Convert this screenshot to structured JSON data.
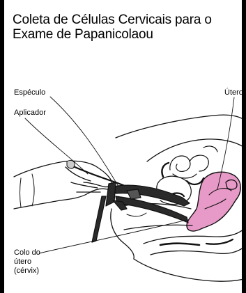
{
  "title": {
    "line1": "Coleta de Células Cervicais para o",
    "line2": "Exame de Papanicolaou"
  },
  "labels": {
    "especulo": "Espéculo",
    "aplicador": "Aplicador",
    "utero": "Útero",
    "colo": [
      "Colo do",
      "útero",
      "(cérvix)"
    ]
  },
  "colors": {
    "uterus_fill": "#e79ac7",
    "border": "#000000",
    "line_art": "#111111"
  }
}
